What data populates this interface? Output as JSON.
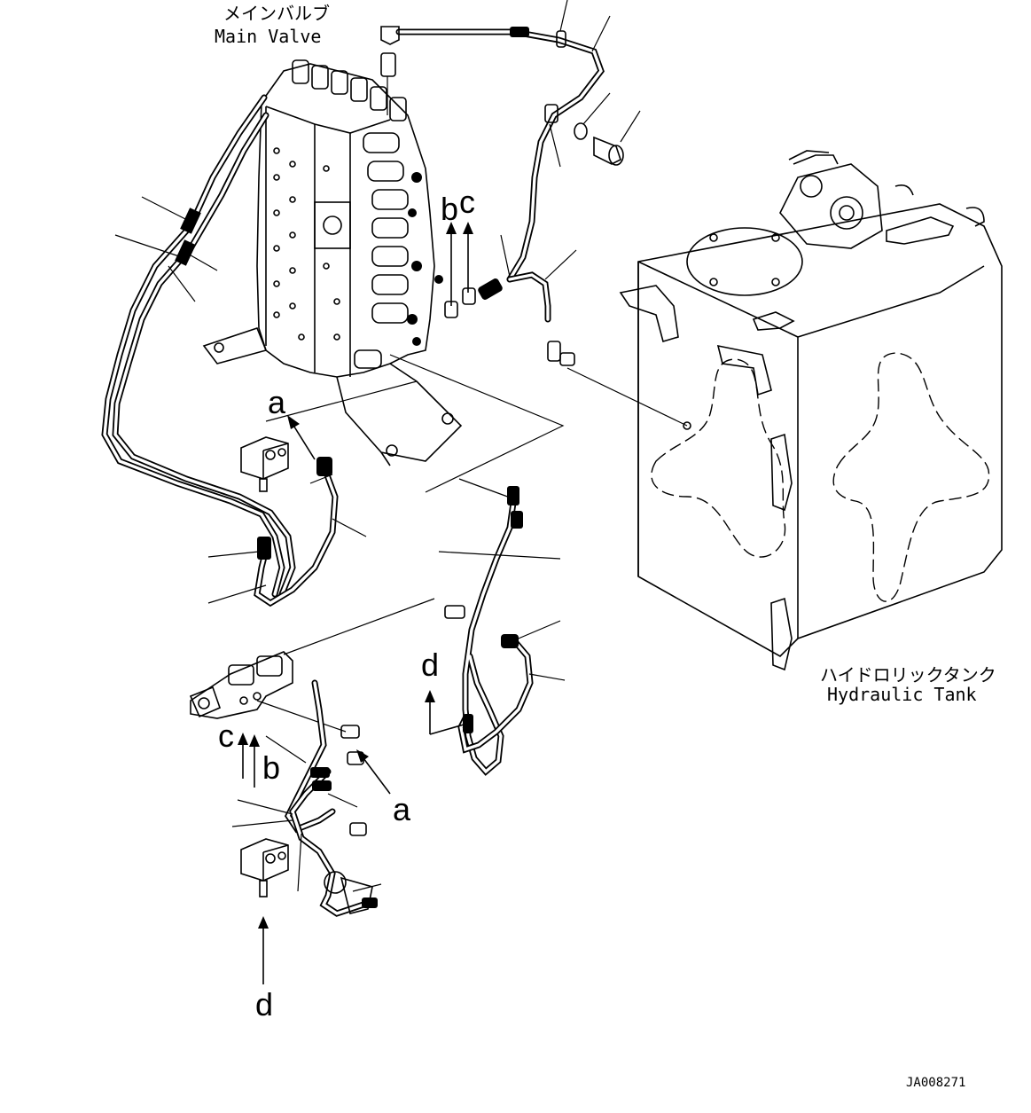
{
  "labels": {
    "main_valve_jp": "メインバルブ",
    "main_valve_en": "Main Valve",
    "hydraulic_tank_jp": "ハイドロリックタンク",
    "hydraulic_tank_en": "Hydraulic Tank",
    "drawing_number": "JA008271"
  },
  "connection_markers": {
    "a_top": "a",
    "a_bottom": "a",
    "b_top": "b",
    "b_bottom": "b",
    "c_top": "c",
    "c_bottom": "c",
    "d_middle": "d",
    "d_bottom": "d"
  },
  "colors": {
    "line": "#000000",
    "background": "#ffffff"
  }
}
